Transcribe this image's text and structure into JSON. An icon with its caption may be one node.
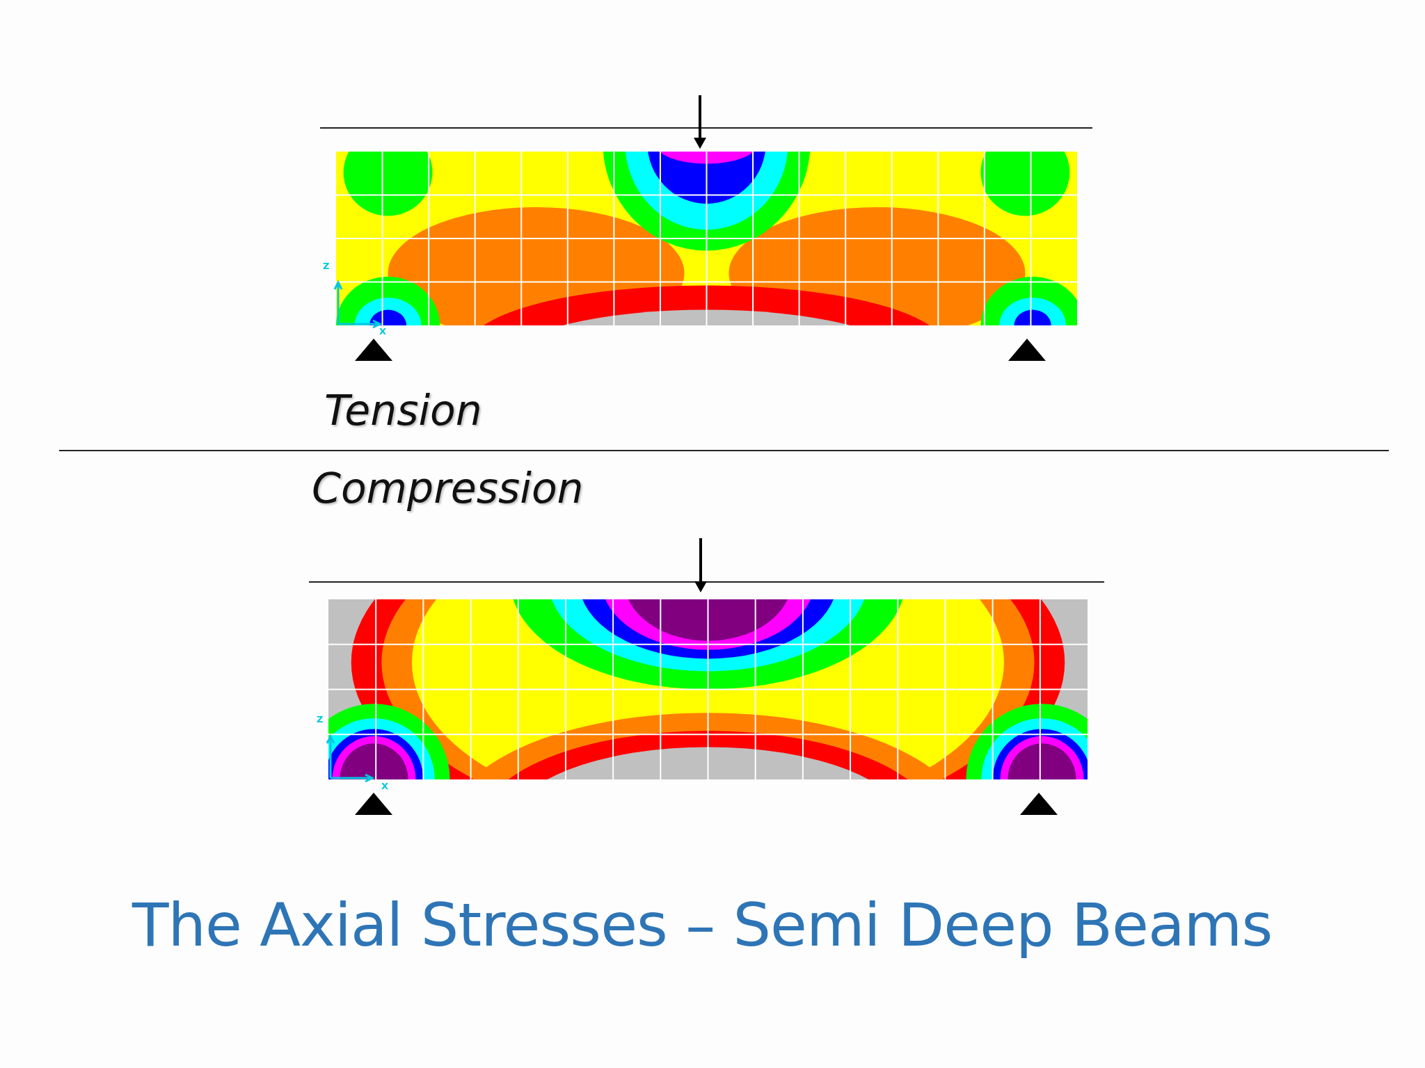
{
  "diagram": {
    "title": "The Axial Stresses – Semi Deep Beams",
    "labels": [
      "Z",
      "X",
      "Tension",
      "Compression",
      "Z",
      "X"
    ]
  }
}
